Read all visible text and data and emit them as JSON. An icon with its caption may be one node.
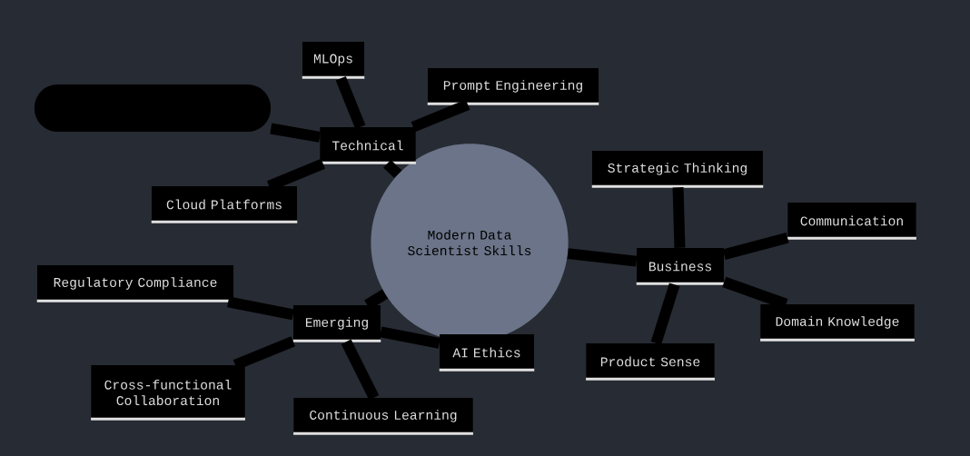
{
  "diagram": {
    "nodes": [
      {
        "text": [
          "Modern Data Scientist Skills"
        ]
      },
      {
        "text": [
          "Technical"
        ]
      },
      {
        "text": [
          "MLOps"
        ]
      },
      {
        "text": [
          "Prompt Engineering"
        ]
      },
      {
        "text": [],
        "shape": "box"
      },
      {
        "text": [
          "Cloud Platforms"
        ]
      },
      {
        "text": [
          "Business"
        ]
      },
      {
        "text": [
          "Strategic Thinking"
        ]
      },
      {
        "text": [
          "Communication"
        ]
      },
      {
        "text": [
          "Domain Knowledge"
        ]
      },
      {
        "text": [
          "Product Sense"
        ]
      },
      {
        "text": [
          "Emerging"
        ]
      },
      {
        "text": [
          "Regulatory Compliance"
        ]
      },
      {
        "text": [
          "AI Ethics"
        ]
      },
      {
        "text": [
          "Cross-functional Collaboration"
        ]
      },
      {
        "text": [
          "Continuous Learning"
        ]
      }
    ],
    "edges": [
      {
        "from": 0,
        "to": 1,
        "arrow": "none"
      },
      {
        "from": 1,
        "to": 2,
        "arrow": "none"
      },
      {
        "from": 1,
        "to": 3,
        "arrow": "none"
      },
      {
        "from": 1,
        "to": 4,
        "arrow": "none"
      },
      {
        "from": 1,
        "to": 5,
        "arrow": "none"
      },
      {
        "from": 0,
        "to": 6,
        "arrow": "none"
      },
      {
        "from": 6,
        "to": 7,
        "arrow": "none"
      },
      {
        "from": 6,
        "to": 8,
        "arrow": "none"
      },
      {
        "from": 6,
        "to": 9,
        "arrow": "none"
      },
      {
        "from": 6,
        "to": 10,
        "arrow": "none"
      },
      {
        "from": 0,
        "to": 11,
        "arrow": "none"
      },
      {
        "from": 11,
        "to": 12,
        "arrow": "none"
      },
      {
        "from": 11,
        "to": 13,
        "arrow": "none"
      },
      {
        "from": 11,
        "to": 14,
        "arrow": "none"
      },
      {
        "from": 11,
        "to": 15,
        "arrow": "none"
      }
    ]
  }
}
